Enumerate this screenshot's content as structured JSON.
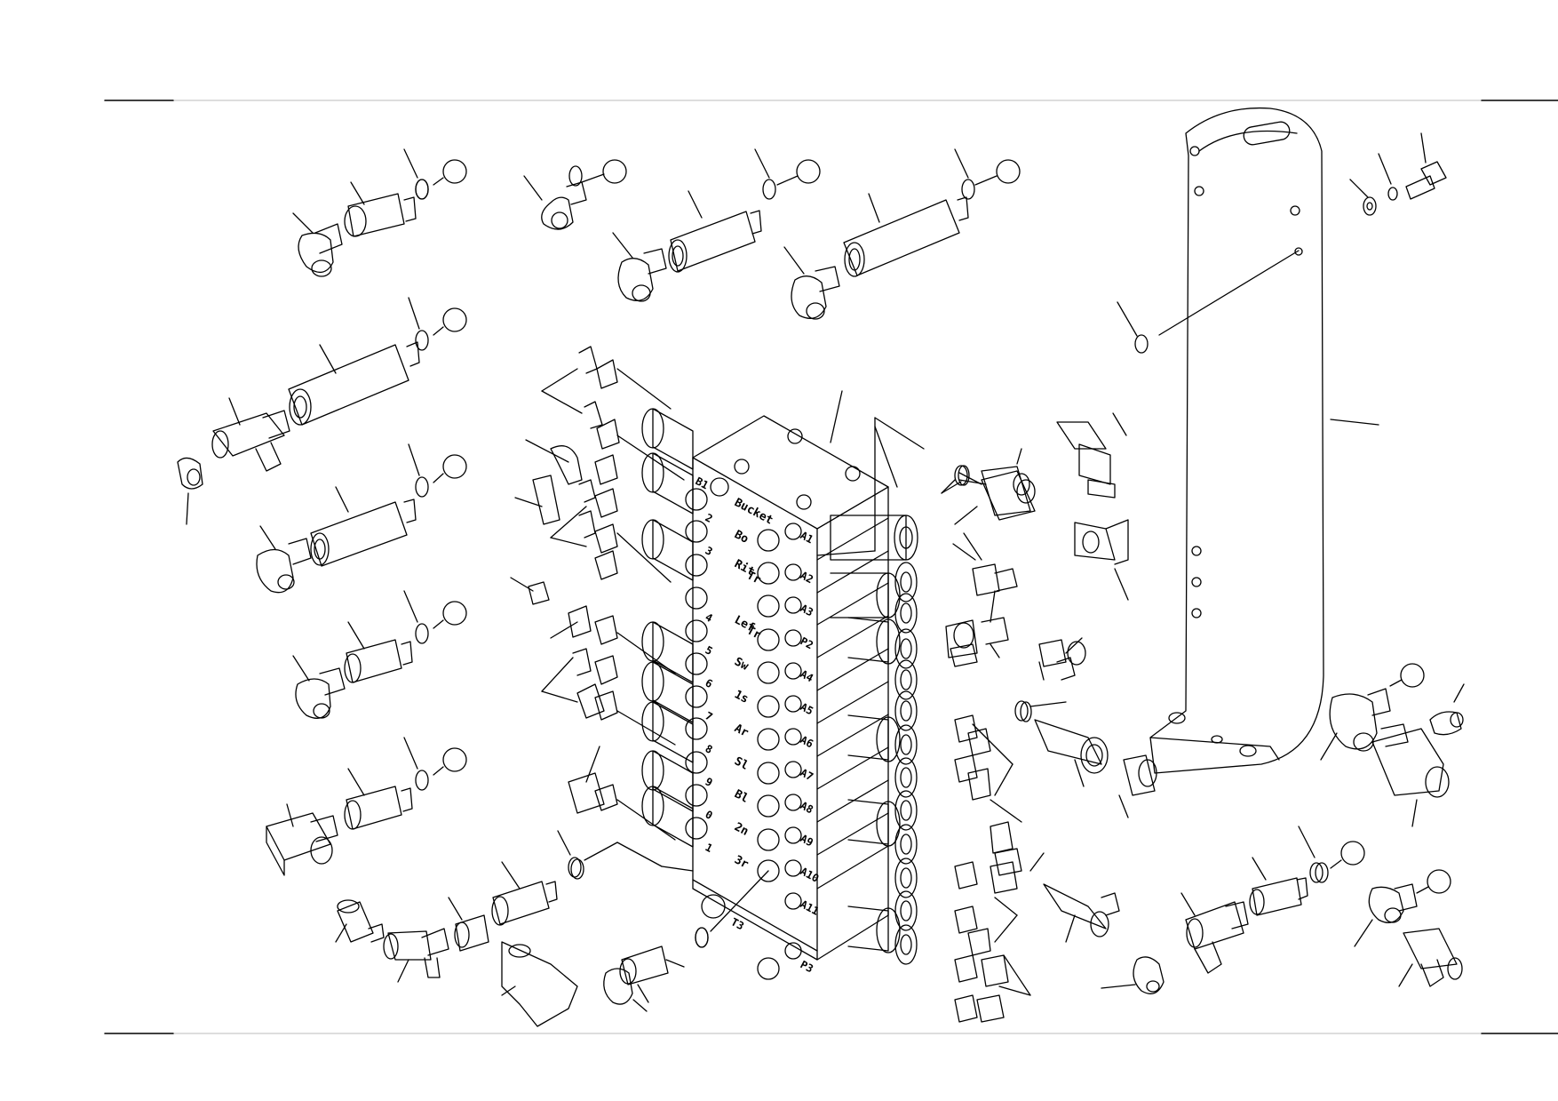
{
  "labels": {
    "valve_sections": [
      "Bucket",
      "Bo",
      "Rit",
      "Tr",
      "Lef",
      "Tr",
      "Sw",
      "1s",
      "Ar",
      "Sl",
      "Bl",
      "2n",
      "3r"
    ],
    "ports_left": [
      "B1",
      "2",
      "3",
      "4",
      "5",
      "6",
      "7",
      "8",
      "9",
      "0",
      "1"
    ],
    "ports_right": [
      "A1",
      "A2",
      "A3",
      "P2",
      "A4",
      "A5",
      "A6",
      "A7",
      "A8",
      "A9",
      "A10",
      "A11"
    ],
    "bottom_left_port": "T3",
    "bottom_right_port": "P3"
  }
}
